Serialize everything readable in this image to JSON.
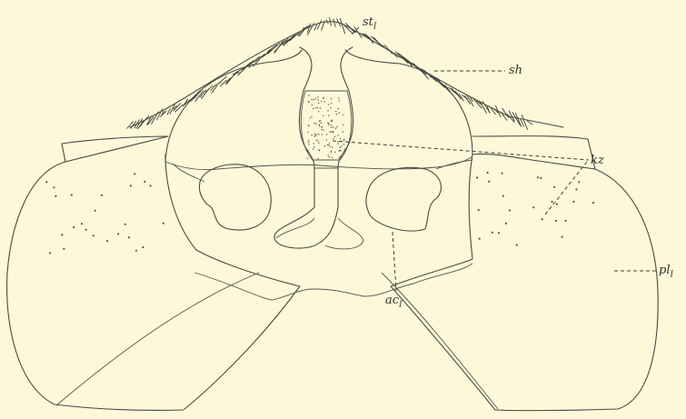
{
  "figure": {
    "background": "#fcf8d9",
    "ink": "#4a4a44",
    "labels": [
      {
        "id": "st",
        "base": "st",
        "sub": "I"
      },
      {
        "id": "sh",
        "base": "sh",
        "sub": ""
      },
      {
        "id": "kz",
        "base": "kz",
        "sub": ""
      },
      {
        "id": "pl",
        "base": "pl",
        "sub": "I"
      },
      {
        "id": "ac",
        "base": "ac",
        "sub": "I"
      }
    ]
  }
}
